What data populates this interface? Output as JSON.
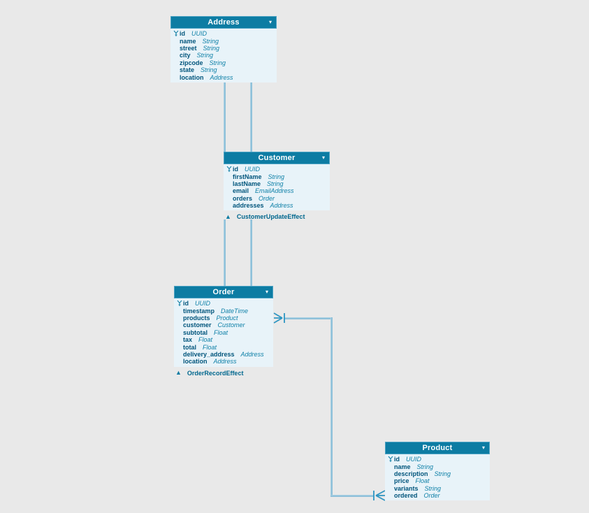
{
  "colors": {
    "page_background": "#e9e9e9",
    "header_background": "#0d7ca3",
    "header_border": "#4da3c4",
    "body_background": "#e8f3f9",
    "field_name_text": "#01557c",
    "field_type_text": "#0f81a8",
    "effect_text": "#00678e",
    "edge_line": "#8fc1da",
    "edge_marker": "#2e96c2",
    "title_text": "#ffffff"
  },
  "icons": {
    "dropdown_caret": "▾",
    "effect_triangle": "▲",
    "key_icon_meaning": "primary-key"
  },
  "diagram": {
    "nodes": [
      {
        "title": "Address",
        "fields": [
          {
            "name": "id",
            "type": "UUID",
            "key": true
          },
          {
            "name": "name",
            "type": "String"
          },
          {
            "name": "street",
            "type": "String"
          },
          {
            "name": "city",
            "type": "String"
          },
          {
            "name": "zipcode",
            "type": "String"
          },
          {
            "name": "state",
            "type": "String"
          },
          {
            "name": "location",
            "type": "Address"
          }
        ]
      },
      {
        "title": "Customer",
        "fields": [
          {
            "name": "id",
            "type": "UUID",
            "key": true
          },
          {
            "name": "firstName",
            "type": "String"
          },
          {
            "name": "lastName",
            "type": "String"
          },
          {
            "name": "email",
            "type": "EmailAddress"
          },
          {
            "name": "orders",
            "type": "Order"
          },
          {
            "name": "addresses",
            "type": "Address"
          }
        ],
        "effect": "CustomerUpdateEffect"
      },
      {
        "title": "Order",
        "fields": [
          {
            "name": "id",
            "type": "UUID",
            "key": true
          },
          {
            "name": "timestamp",
            "type": "DateTime"
          },
          {
            "name": "products",
            "type": "Product"
          },
          {
            "name": "customer",
            "type": "Customer"
          },
          {
            "name": "subtotal",
            "type": "Float"
          },
          {
            "name": "tax",
            "type": "Float"
          },
          {
            "name": "total",
            "type": "Float"
          },
          {
            "name": "delivery_address",
            "type": "Address"
          },
          {
            "name": "location",
            "type": "Address"
          }
        ],
        "effect": "OrderRecordEffect"
      },
      {
        "title": "Product",
        "fields": [
          {
            "name": "id",
            "type": "UUID",
            "key": true
          },
          {
            "name": "name",
            "type": "String"
          },
          {
            "name": "description",
            "type": "String"
          },
          {
            "name": "price",
            "type": "Float"
          },
          {
            "name": "variants",
            "type": "String"
          },
          {
            "name": "ordered",
            "type": "Order"
          }
        ]
      }
    ],
    "edges": [
      {
        "from": "Address",
        "to": "Customer",
        "parallel_lines": 2,
        "markers": "none"
      },
      {
        "from": "Customer",
        "to": "Order",
        "parallel_lines": 2,
        "markers": "none"
      },
      {
        "from": "Order.products",
        "to": "Product.ordered",
        "markers": "crow-foot-many-both-ends"
      }
    ]
  }
}
